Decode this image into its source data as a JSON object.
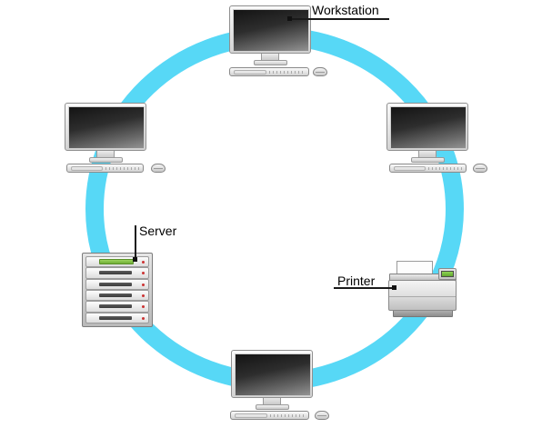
{
  "diagram": {
    "labels": {
      "workstation": "Workstation",
      "server": "Server",
      "printer": "Printer"
    },
    "colors": {
      "ring": "#57d8f6",
      "green-bar": "#6fae36",
      "green-bar-light": "#9bd45e",
      "green-btn": "#62a82e",
      "green-btn-light": "#8ed455",
      "led": "#cc3333"
    },
    "icons": [
      "workstation-top-icon",
      "workstation-left-icon",
      "workstation-right-icon",
      "workstation-bottom-icon",
      "server-icon",
      "printer-icon",
      "ring-network-link"
    ]
  }
}
